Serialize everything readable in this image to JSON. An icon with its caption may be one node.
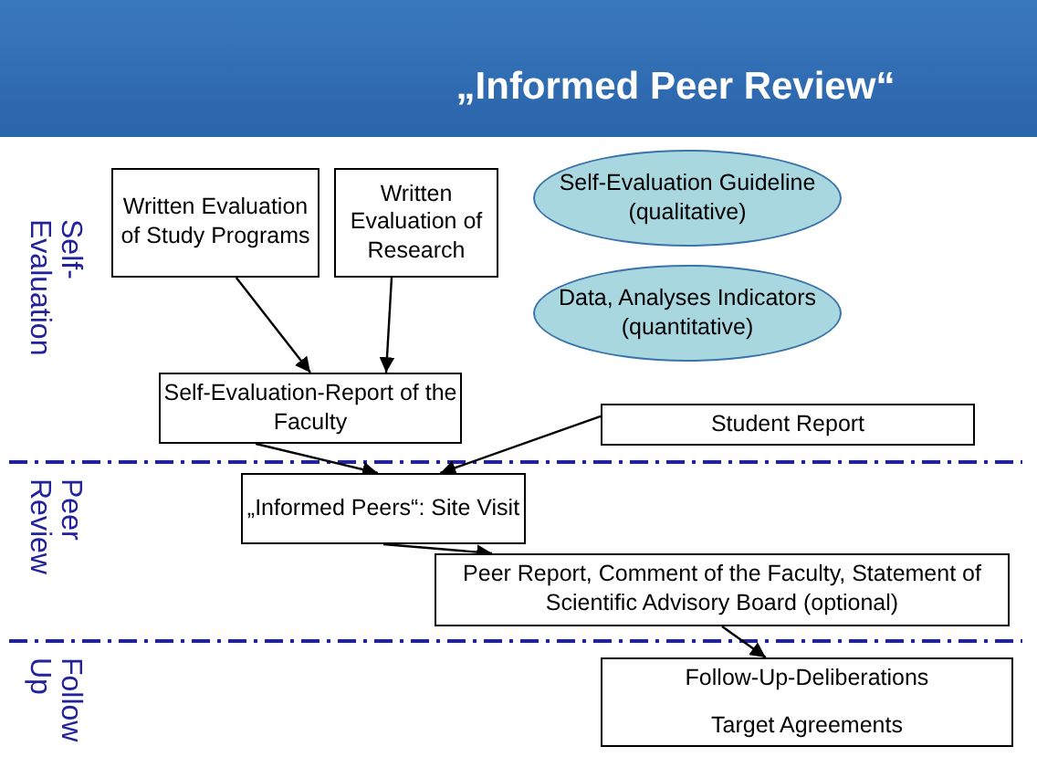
{
  "diagram": {
    "title": "„Informed Peer Review“",
    "nodes": [
      {
        "text": [
          "Written Evaluation of Study Programs"
        ]
      },
      {
        "text": [
          "Written Evaluation of Research"
        ]
      },
      {
        "text": [
          "Self-Evaluation Guideline (qualitative)"
        ]
      },
      {
        "text": [
          "Data, Analyses Indicators (quantitative)"
        ]
      },
      {
        "text": [
          "Self-Evaluation-Report of the Faculty"
        ]
      },
      {
        "text": [
          "Student Report"
        ]
      },
      {
        "text": [
          "„Informed Peers“: Site Visit"
        ]
      },
      {
        "text": [
          "Peer Report, Comment of the Faculty, Statement of Scientific Advisory Board (optional)"
        ]
      },
      {
        "text": [
          "Follow-Up-Deliberations",
          "Target Agreements"
        ]
      }
    ],
    "edges": [
      {
        "from": 0,
        "to": 4,
        "arrow": "to"
      },
      {
        "from": 1,
        "to": 4,
        "arrow": "to"
      },
      {
        "from": 4,
        "to": 6,
        "arrow": "to"
      },
      {
        "from": 5,
        "to": 6,
        "arrow": "to"
      },
      {
        "from": 6,
        "to": 7,
        "arrow": "to"
      },
      {
        "from": 7,
        "to": 8,
        "arrow": "to"
      }
    ],
    "labels": [
      "Self- Evaluation",
      "Peer Review",
      "Follow Up"
    ]
  }
}
